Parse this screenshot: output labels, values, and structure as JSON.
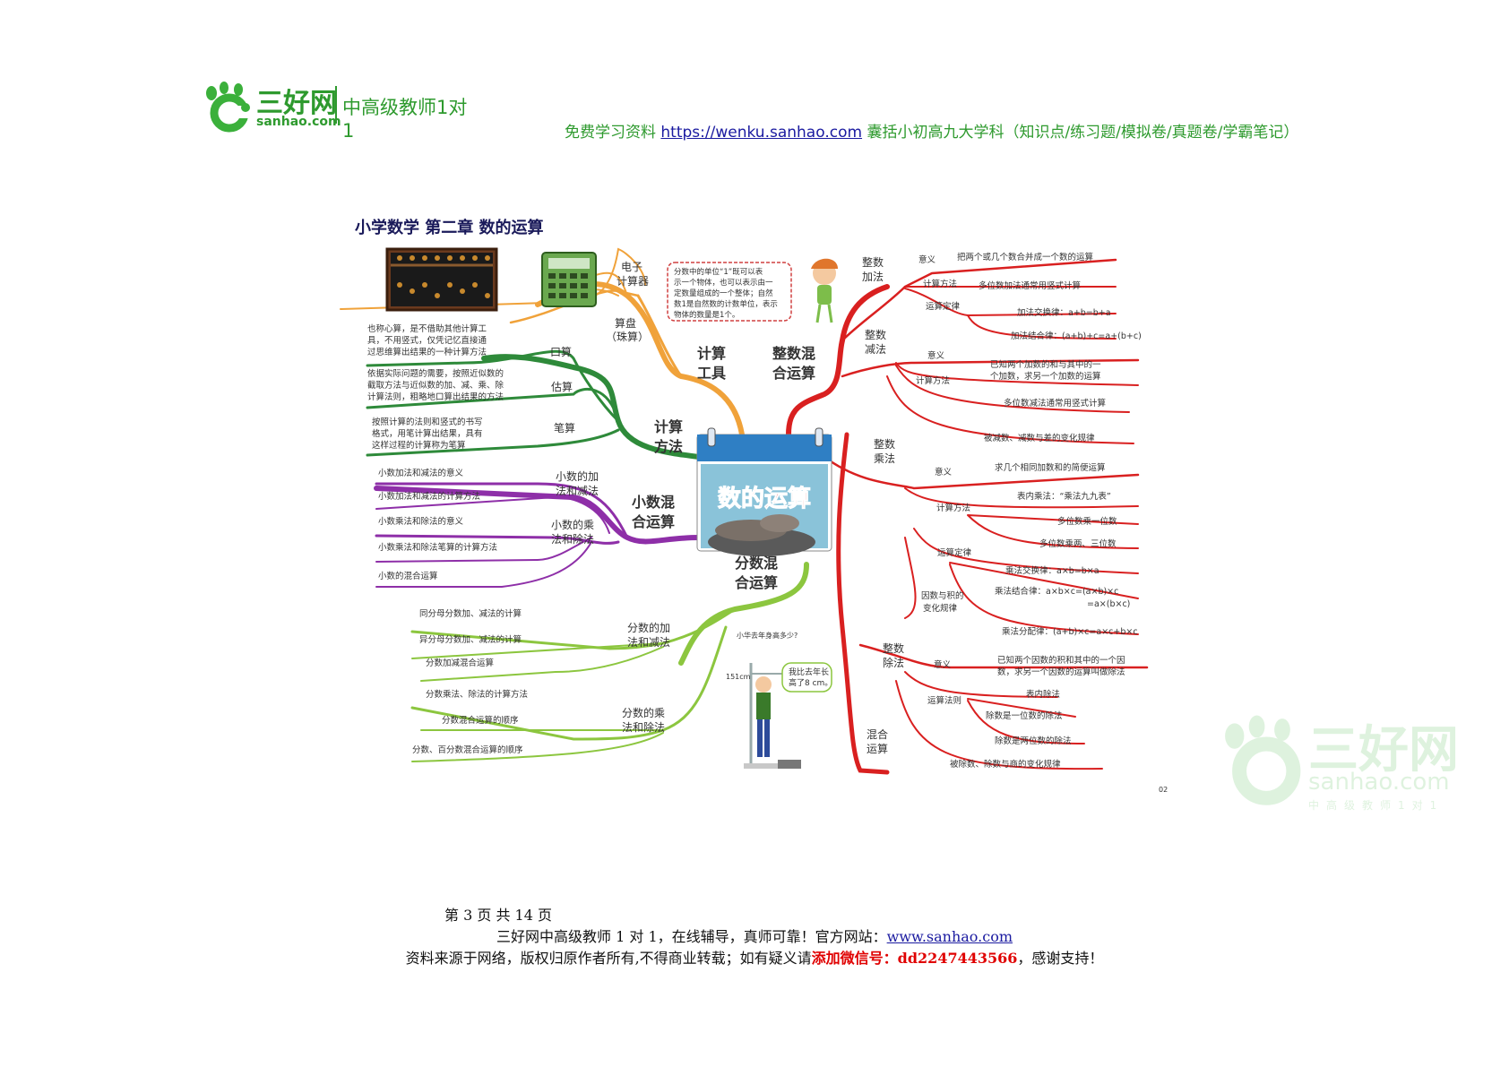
{
  "header": {
    "logo_main": "三好网",
    "logo_sub": "sanhao.com",
    "logo_tagline": "中高级教师1对1",
    "note_prefix": "免费学习资料",
    "note_link": "https://wenku.sanhao.com",
    "note_suffix": "囊括小初高九大学科（知识点/练习题/模拟卷/真题卷/学霸笔记）"
  },
  "map": {
    "title": "小学数学  第二章  数的运算",
    "center": "数的运算",
    "tools": {
      "label": [
        "计算",
        "工具"
      ],
      "calc": [
        "电子",
        "计算器"
      ],
      "abacus": [
        "算盘",
        "（珠算）"
      ]
    },
    "methods": {
      "label": [
        "计算",
        "方法"
      ],
      "oral": "口算",
      "oral_desc": [
        "也称心算，是不借助其他计算工",
        "具，不用竖式，仅凭记忆直接通",
        "过思维算出结果的一种计算方法"
      ],
      "estimate": "估算",
      "estimate_desc": [
        "依据实际问题的需要，按照近似数的",
        "截取方法与近似数的加、减、乘、除",
        "计算法则，粗略地口算出结果的方法"
      ],
      "written": "笔算",
      "written_desc": [
        "按照计算的法则和竖式的书写",
        "格式，用笔计算出结果，具有",
        "这样过程的计算称为笔算"
      ]
    },
    "decimal": {
      "label": [
        "小数混",
        "合运算"
      ],
      "addsub": [
        "小数的加",
        "法和减法"
      ],
      "muldiv": [
        "小数的乘",
        "法和除法"
      ],
      "items": [
        "小数加法和减法的意义",
        "小数加法和减法的计算方法",
        "小数乘法和除法的意义",
        "小数乘法和除法笔算的计算方法",
        "小数的混合运算"
      ]
    },
    "fraction": {
      "label": [
        "分数混",
        "合运算"
      ],
      "addsub": [
        "分数的加",
        "法和减法"
      ],
      "muldiv": [
        "分数的乘",
        "法和除法"
      ],
      "items_a": [
        "同分母分数加、减法的计算",
        "异分母分数加、减法的计算",
        "分数加减混合运算"
      ],
      "items_b": [
        "分数乘法、除法的计算方法",
        "分数混合运算的顺序",
        "分数、百分数混合运算的顺序"
      ],
      "kid_q": "小华去年身高多少?",
      "kid_bubble": [
        "我比去年长",
        "高了8 cm。"
      ],
      "kid_height": "151cm"
    },
    "integer": {
      "label": [
        "整数混",
        "合运算"
      ],
      "note": [
        "分数中的单位“1”既可以表",
        "示一个物体，也可以表示由一",
        "定数量组成的一个整体；自然",
        "数1是自然数的计数单位，表示",
        "物体的数量是1个。"
      ],
      "add": {
        "label": [
          "整数",
          "加法"
        ],
        "meaning": "意义",
        "meaning_desc": "把两个或几个数合并成一个数的运算",
        "method": "计算方法",
        "method_desc": "多位数加法通常用竖式计算",
        "law": "运算定律",
        "law1": "加法交换律：a+b=b+a",
        "law2": "加法结合律：(a+b)+c=a+(b+c)"
      },
      "sub": {
        "label": [
          "整数",
          "减法"
        ],
        "meaning": "意义",
        "meaning_desc": [
          "已知两个加数的和与其中的一",
          "个加数，求另一个加数的运算"
        ],
        "method": "计算方法",
        "method_desc": "多位数减法通常用竖式计算",
        "rule": "被减数、减数与差的变化规律"
      },
      "mul": {
        "label": [
          "整数",
          "乘法"
        ],
        "meaning": "意义",
        "meaning_desc": "求几个相同加数和的简便运算",
        "method": "计算方法",
        "m1": "表内乘法：“乘法九九表”",
        "m2": "多位数乘一位数",
        "m3": "多位数乘两、三位数",
        "law": "运算定律",
        "l1": "乘法交换律：a×b=b×a",
        "l2a": "乘法结合律：a×b×c=(a×b)×c",
        "l2b": "=a×(b×c)",
        "l3": "乘法分配律：(a+b)×c=a×c+b×c",
        "factor": [
          "因数与积的",
          "变化规律"
        ]
      },
      "div": {
        "label": [
          "整数",
          "除法"
        ],
        "meaning": "意义",
        "meaning_desc": [
          "已知两个因数的积和其中的一个因",
          "数，求另一个因数的运算叫做除法"
        ],
        "rule": "运算法则",
        "r1": "表内除法",
        "r2": "除数是一位数的除法",
        "r3": "除数是两位数的除法",
        "change": "被除数、除数与商的变化规律"
      },
      "mixed": [
        "混合",
        "运算"
      ]
    },
    "page_no": "02"
  },
  "footer": {
    "page": "第 3 页 共 14 页",
    "line1_prefix": "三好网中高级教师 1 对 1，在线辅导，真师可靠！官方网站：",
    "line1_link": "www.sanhao.com",
    "line2_prefix": "资料来源于网络，版权归原作者所有,不得商业转载；如有疑义请",
    "line2_red": "添加微信号：dd2247443566",
    "line2_suffix": "，感谢支持！"
  },
  "watermark": {
    "main": "三好网",
    "sub": "sanhao.com",
    "tag": "中高级教师1对1"
  },
  "colors": {
    "green": "#2e9a2e",
    "orange": "#f0a23a",
    "darkgreen": "#2e8a3a",
    "purple": "#8e2fa8",
    "lime": "#8cc63f",
    "red": "#d92020"
  }
}
